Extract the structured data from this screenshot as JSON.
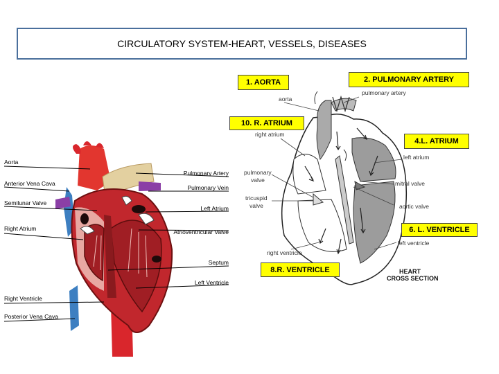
{
  "title": "CIRCULATORY SYSTEM-HEART, VESSELS, DISEASES",
  "callouts": {
    "aorta": "1. AORTA",
    "pulmonary_artery": "2. PULMONARY ARTERY",
    "r_atrium": "10. R. ATRIUM",
    "l_atrium": "4.L. ATRIUM",
    "l_ventricle": "6. L. VENTRICLE",
    "r_ventricle": "8.R. VENTRICLE"
  },
  "left_diagram": {
    "left_labels": [
      "Aorta",
      "Anterior Vena Cava",
      "Semilunar Valve",
      "Right Atrium",
      "Right Ventricle",
      "Posterior Vena Cava"
    ],
    "right_labels": [
      "Pulmonary Artery",
      "Pulmonary Vein",
      "Left Atrium",
      "Atrioventricular Valve",
      "Septum",
      "Left Ventricle"
    ]
  },
  "cross_section": {
    "labels": {
      "pulmonary_artery": "pulmonary artery",
      "aorta": "aorta",
      "right_atrium": "right atrium",
      "left_atrium": "left atrium",
      "pulmonary_valve_1": "pulmonary",
      "pulmonary_valve_2": "valve",
      "tricuspid_valve_1": "tricuspid",
      "tricuspid_valve_2": "valve",
      "mitral_valve": "mitral valve",
      "aortic_valve": "aortic valve",
      "right_ventricle": "right ventricle",
      "left_ventricle": "left ventricle"
    },
    "heading_line1": "HEART",
    "heading_line2": "CROSS SECTION"
  }
}
